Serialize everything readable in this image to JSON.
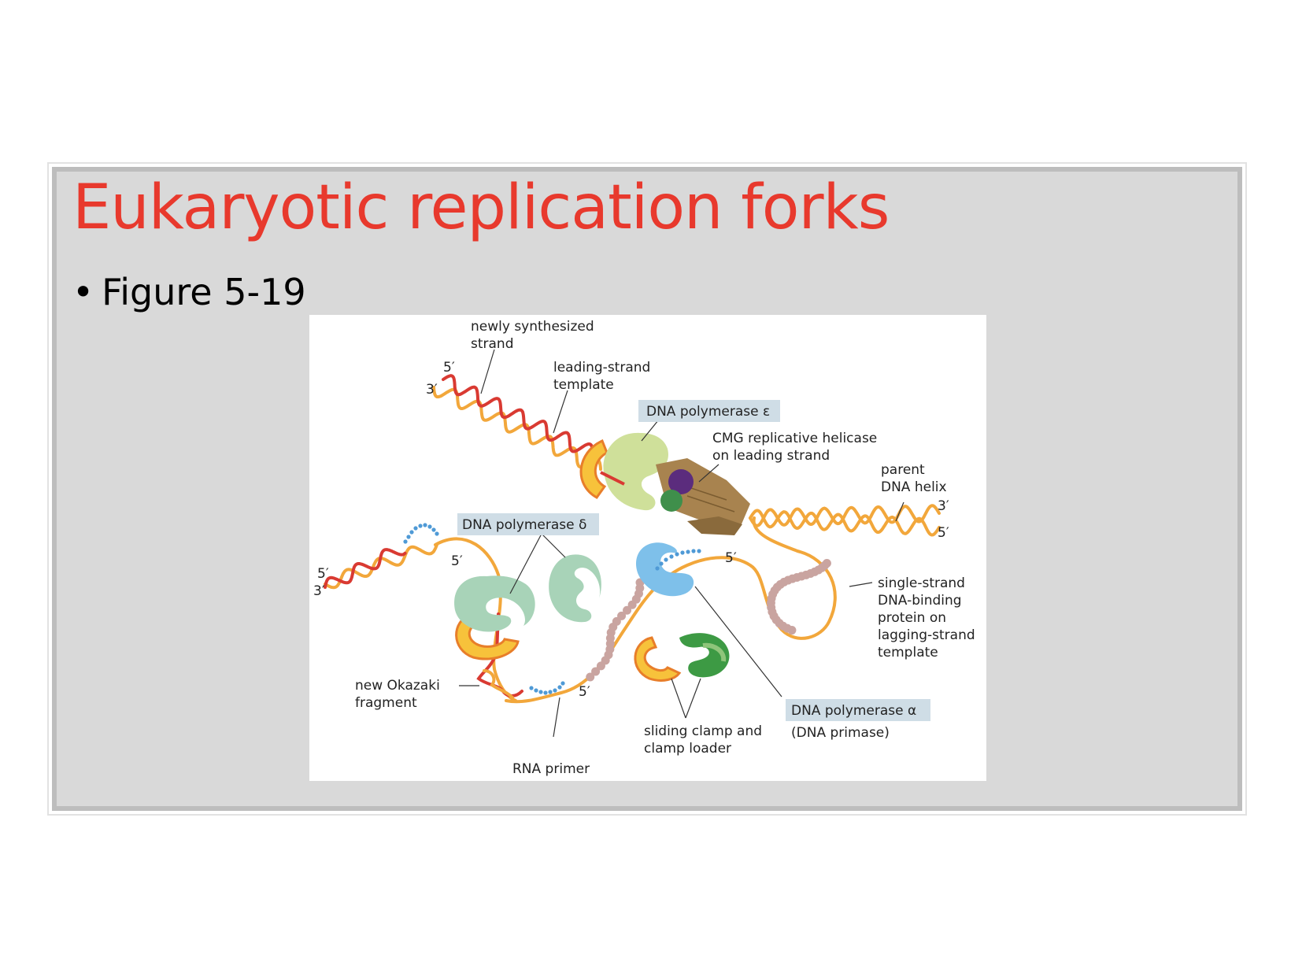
{
  "slide": {
    "title": "Eukaryotic replication forks",
    "bullet_marker": "•",
    "bullet_text": "Figure 5-19"
  },
  "figure": {
    "labels": {
      "newly_synthesized_strand": [
        "newly synthesized",
        "strand"
      ],
      "leading_strand_template": [
        "leading-strand",
        "template"
      ],
      "cmg_helicase": [
        "CMG replicative helicase",
        "on leading strand"
      ],
      "parent_dna_helix": [
        "parent",
        "DNA helix"
      ],
      "ssb_protein": [
        "single-strand",
        "DNA-binding",
        "protein on",
        "lagging-strand",
        "template"
      ],
      "new_okazaki_fragment": [
        "new Okazaki",
        "fragment"
      ],
      "rna_primer": "RNA primer",
      "sliding_clamp": [
        "sliding clamp and",
        "clamp loader"
      ],
      "dna_primase": "(DNA primase)"
    },
    "tags": {
      "pol_epsilon": "DNA polymerase ε",
      "pol_delta": "DNA polymerase δ",
      "pol_alpha": "DNA polymerase α"
    },
    "strand_ends": {
      "top_five": "5′",
      "top_three": "3′",
      "parent_three": "3′",
      "parent_five": "5′",
      "left_five": "5′",
      "left_three": "3′",
      "left_primer_five": "5′",
      "mid_primer_five": "5′",
      "alpha_primer_five": "5′"
    },
    "colors": {
      "orange_strand": "#f2a73b",
      "red_strand": "#d93a32",
      "rna_primer": "#4f9ad6",
      "ssb": "#c9a4a0",
      "pol_epsilon": "#cfe09a",
      "pol_delta": "#a8d3b8",
      "pol_alpha": "#7ec0ea",
      "helicase": "#a8834f",
      "helicase_purple": "#5b2c7d",
      "helicase_green": "#3f8f4b",
      "clamp_yellow": "#f7c23b",
      "clamp_loader": "#3d9a44"
    }
  }
}
